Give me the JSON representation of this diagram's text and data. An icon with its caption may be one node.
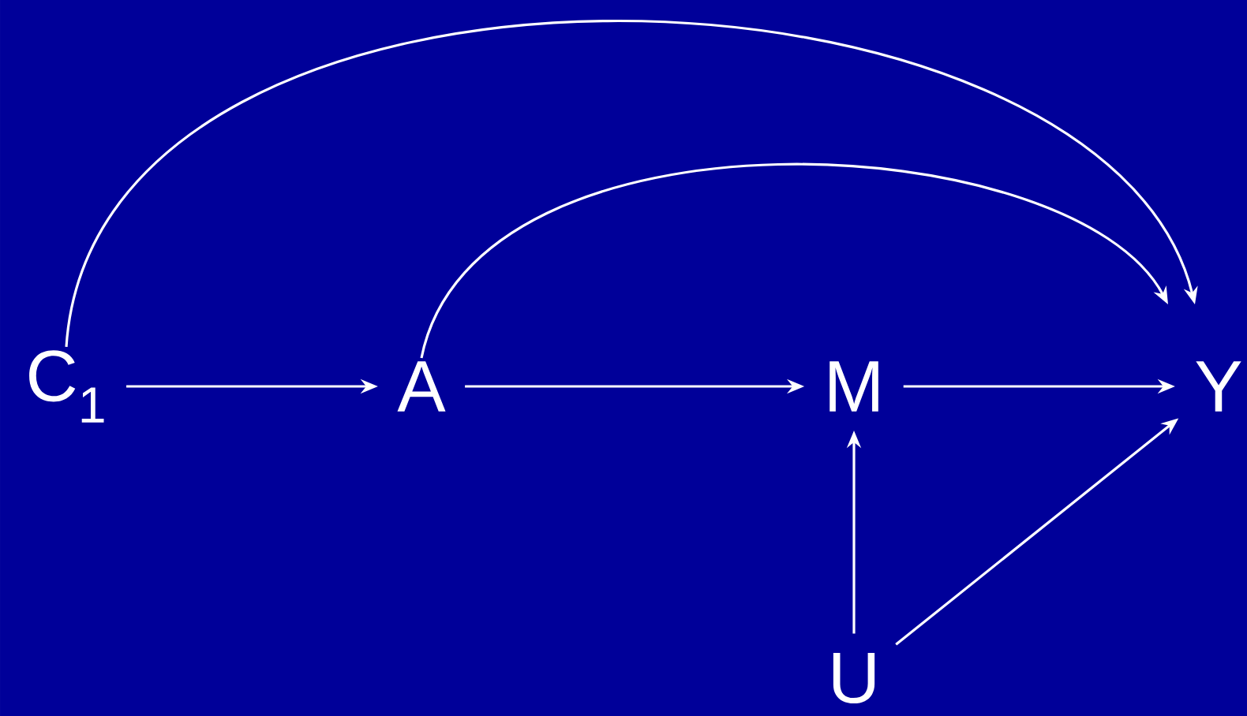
{
  "diagram": {
    "nodes": [
      {
        "text": [
          "C$_{1}$"
        ]
      },
      {
        "text": [
          "A"
        ]
      },
      {
        "text": [
          "M"
        ]
      },
      {
        "text": [
          "Y"
        ]
      },
      {
        "text": [
          "U"
        ]
      }
    ],
    "edges": [
      {
        "from": 0,
        "to": 1,
        "arrow": "to"
      },
      {
        "from": 1,
        "to": 2,
        "arrow": "to"
      },
      {
        "from": 2,
        "to": 3,
        "arrow": "to"
      },
      {
        "from": 4,
        "to": 2,
        "arrow": "to"
      },
      {
        "from": 4,
        "to": 3,
        "arrow": "to"
      },
      {
        "from": 1,
        "to": 3,
        "arrow": "to"
      },
      {
        "from": 0,
        "to": 3,
        "arrow": "to"
      }
    ]
  }
}
